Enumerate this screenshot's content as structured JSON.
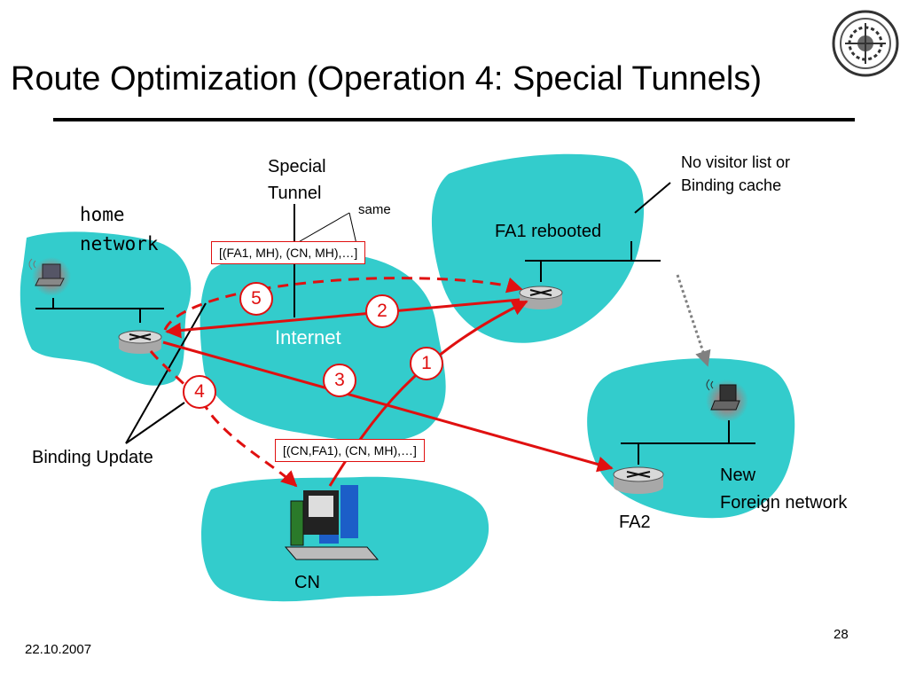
{
  "title": "Route Optimization (Operation 4: Special Tunnels)",
  "labels": {
    "special_tunnel_1": "Special",
    "special_tunnel_2": "Tunnel",
    "same": "same",
    "home_network_1": "home",
    "home_network_2": "network",
    "fa1_rebooted": "FA1 rebooted",
    "no_visitor_1": "No visitor list or",
    "no_visitor_2": "Binding cache",
    "internet": "Internet",
    "binding_update": "Binding Update",
    "new_foreign_1": "New",
    "new_foreign_2": "Foreign network",
    "fa2": "FA2",
    "cn": "CN"
  },
  "boxes": {
    "tunnel_header": "[(FA1, MH), (CN, MH),…]",
    "cn_header": "[(CN,FA1), (CN, MH),…]"
  },
  "steps": [
    "1",
    "2",
    "3",
    "4",
    "5"
  ],
  "footer": {
    "date": "22.10.2007",
    "page": "28"
  },
  "colors": {
    "cloud": "#33cccc",
    "accent": "#e01010",
    "router": "#c8c8c8"
  }
}
